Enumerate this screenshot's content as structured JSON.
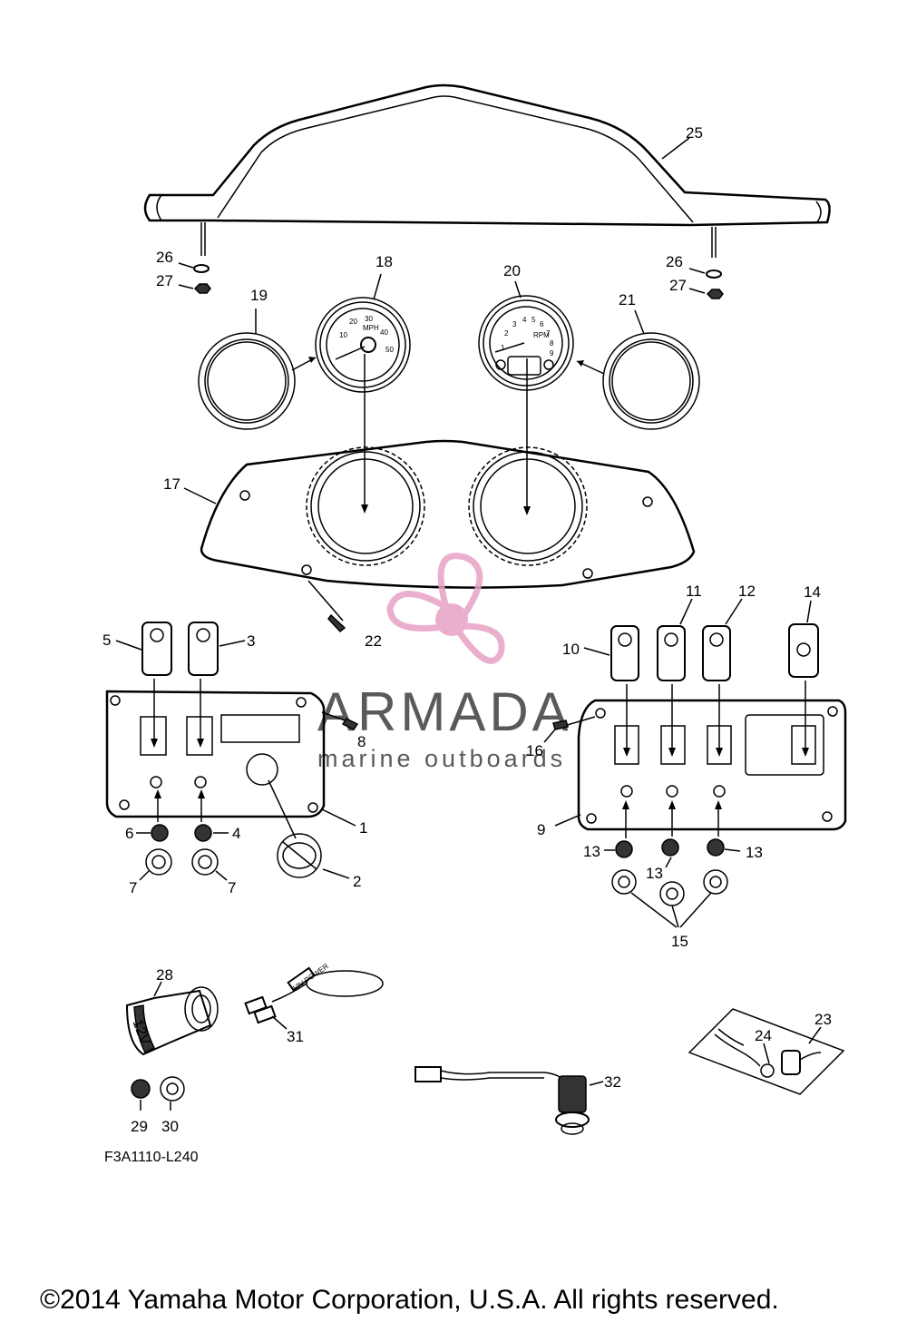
{
  "diagram": {
    "callouts": {
      "p1": "1",
      "p2": "2",
      "p3": "3",
      "p4": "4",
      "p5": "5",
      "p6": "6",
      "p7a": "7",
      "p7b": "7",
      "p8": "8",
      "p9": "9",
      "p10": "10",
      "p11": "11",
      "p12": "12",
      "p13a": "13",
      "p13b": "13",
      "p13c": "13",
      "p14": "14",
      "p15": "15",
      "p16": "16",
      "p17": "17",
      "p18": "18",
      "p19": "19",
      "p20": "20",
      "p21": "21",
      "p22": "22",
      "p23": "23",
      "p24": "24",
      "p25": "25",
      "p26a": "26",
      "p26b": "26",
      "p27a": "27",
      "p27b": "27",
      "p28": "28",
      "p29": "29",
      "p30": "30",
      "p31": "31",
      "p32": "32"
    },
    "speedometer": {
      "ticks": [
        "10",
        "20",
        "30",
        "40",
        "50"
      ],
      "unit": "MPH"
    },
    "tachometer": {
      "ticks": [
        "1",
        "2",
        "3",
        "4",
        "5",
        "6",
        "7",
        "8",
        "9"
      ],
      "unit": "RPM"
    },
    "socket_label": "12V",
    "wire_tag": "12V POWER",
    "figure_code": "F3A1110-L240"
  },
  "watermark": {
    "brand": "ARMADA",
    "tagline": "marine outboards",
    "logo_color": "#e7a2c4"
  },
  "copyright": "©2014 Yamaha Motor Corporation, U.S.A. All rights reserved."
}
